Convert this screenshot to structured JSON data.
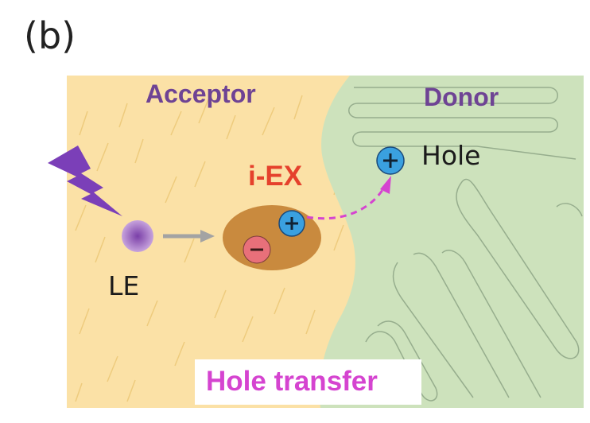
{
  "figure_label": "(b)",
  "labels": {
    "acceptor": "Acceptor",
    "donor": "Donor",
    "hole": "Hole",
    "iex": "i-EX",
    "le": "LE",
    "hole_transfer": "Hole transfer"
  },
  "charges": {
    "positive": "+",
    "negative": "−"
  },
  "colors": {
    "acceptor_fill": "#fbe1a6",
    "donor_fill": "#cde2bc",
    "region_label": "#6e4394",
    "iex_label": "#e5412c",
    "hole_transfer_label": "#d544d0",
    "exciton_ellipse": "#c98a3e",
    "positive_charge": "#3aa0e0",
    "negative_charge": "#e8707a",
    "lightning": "#7b3fb8",
    "arrow_gray": "#a3a3a3",
    "transfer_arrow": "#d544d0"
  },
  "icons": [
    "lightning-icon",
    "gray-arrow-icon",
    "dashed-transfer-arrow-icon"
  ]
}
